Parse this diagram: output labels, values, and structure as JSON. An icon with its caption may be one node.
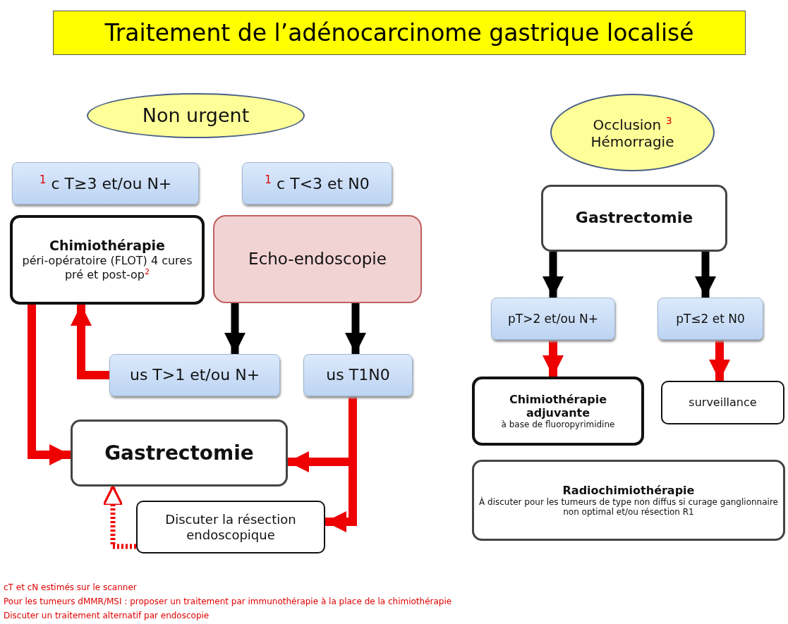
{
  "diagram": {
    "title": "Traitement de l’adénocarcinome gastrique localisé",
    "nodes": [
      {
        "text": [
          "Non urgent"
        ]
      },
      {
        "text": [
          "$^{1}$ c T≥3 et/ou N+"
        ]
      },
      {
        "text": [
          "$^{1}$ c T<3 et N0"
        ]
      },
      {
        "text": [
          "Chimiothérapie",
          "péri-opératoire (FLOT) 4 cures pré et post-op$^{2}$"
        ]
      },
      {
        "text": [
          "Echo-endoscopie"
        ]
      },
      {
        "text": [
          "us T>1 et/ou N+"
        ]
      },
      {
        "text": [
          "us T1N0"
        ]
      },
      {
        "text": [
          "Gastrectomie"
        ]
      },
      {
        "text": [
          "Discuter la résection endoscopique"
        ]
      },
      {
        "text": [
          "Occlusion $^{3}$ Hémorragie"
        ]
      },
      {
        "text": [
          "Gastrectomie"
        ]
      },
      {
        "text": [
          "pT>2 et/ou N+"
        ]
      },
      {
        "text": [
          "pT≤2 et N0"
        ]
      },
      {
        "text": [
          "Chimiothérapie adjuvante",
          "à base de fluoropyrimidine"
        ]
      },
      {
        "text": [
          "surveillance"
        ]
      },
      {
        "text": [
          "Radiochimiothérapie",
          "À discuter pour les tumeurs de type non diffus si curage ganglionnaire non optimal et/ou résection R1"
        ]
      }
    ],
    "edges": [
      {
        "from": 4,
        "to": 5,
        "arrow": "to",
        "color": "#000000"
      },
      {
        "from": 4,
        "to": 6,
        "arrow": "to",
        "color": "#000000"
      },
      {
        "from": 5,
        "to": 3,
        "arrow": "to"
      },
      {
        "from": 3,
        "to": 7,
        "arrow": "to"
      },
      {
        "from": 6,
        "to": 7,
        "arrow": "to"
      },
      {
        "from": 6,
        "to": 8,
        "arrow": "to"
      },
      {
        "from": 8,
        "to": 7,
        "arrow": "to",
        "style": "dashed"
      },
      {
        "from": 10,
        "to": 11,
        "arrow": "to",
        "color": "#000000"
      },
      {
        "from": 10,
        "to": 12,
        "arrow": "to",
        "color": "#000000"
      },
      {
        "from": 11,
        "to": 13,
        "arrow": "to"
      },
      {
        "from": 12,
        "to": 14,
        "arrow": "to"
      }
    ],
    "labels": [
      "cT et cN estimés sur le scanner",
      "Pour les tumeurs dMMR/MSI : proposer un traitement par immunothérapie à la place de la chimiothérapie",
      "Discuter un traitement alternatif par endoscopie"
    ]
  }
}
